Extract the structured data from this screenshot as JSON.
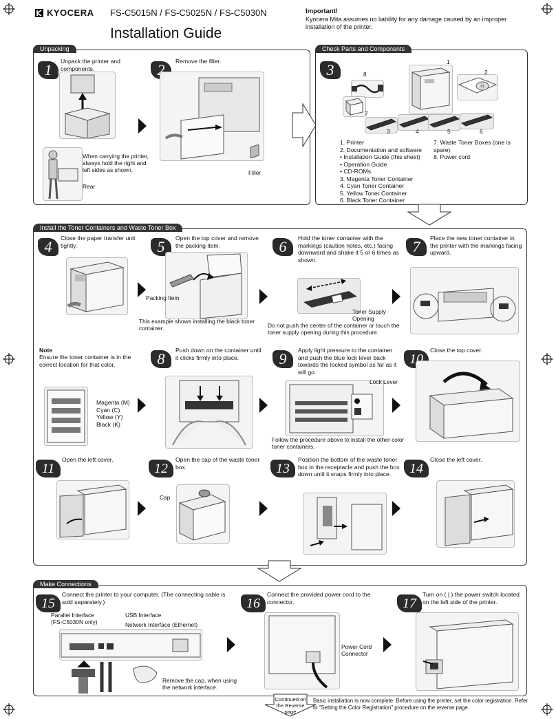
{
  "header": {
    "brand": "KYOCERA",
    "models": "FS-C5015N / FS-C5025N / FS-C5030N",
    "title": "Installation Guide",
    "important_title": "Important!",
    "important_text": "Kyocera Mita assumes no liability for any damage caused by an improper installation of the printer."
  },
  "sections": {
    "unpacking": "Unpacking",
    "check_parts": "Check Parts and Components",
    "toner": "Install the Toner Containers and Waste Toner Box",
    "connections": "Make Connections"
  },
  "steps": {
    "s1": {
      "num": "1",
      "text": "Unpack the printer and components."
    },
    "s2": {
      "num": "2",
      "text": "Remove the filler."
    },
    "s3": {
      "num": "3"
    },
    "s4": {
      "num": "4",
      "text": "Close the paper transfer unit tightly."
    },
    "s5": {
      "num": "5",
      "text": "Open the top cover and remove the packing item."
    },
    "s6": {
      "num": "6",
      "text": "Hold the toner container with the markings (caution notes, etc.) facing downward and shake it 5 or 6 times as shown."
    },
    "s7": {
      "num": "7",
      "text": "Place the new toner container in the printer with the markings facing upward."
    },
    "s8": {
      "num": "8",
      "text": "Push down on the container until it clicks firmly into place."
    },
    "s9": {
      "num": "9",
      "text": "Apply light pressure to the container and push the blue lock lever back towards the locked symbol as far as it will go."
    },
    "s10": {
      "num": "10",
      "text": "Close the top cover."
    },
    "s11": {
      "num": "11",
      "text": "Open the left cover."
    },
    "s12": {
      "num": "12",
      "text": "Open the cap of the waste toner box."
    },
    "s13": {
      "num": "13",
      "text": "Position the bottom of the waste toner box in the receptacle and push the box down until it snaps firmly into place."
    },
    "s14": {
      "num": "14",
      "text": "Close the left cover."
    },
    "s15": {
      "num": "15",
      "text": "Connect the printer to your computer. (The connecting cable is sold separately.)"
    },
    "s16": {
      "num": "16",
      "text": "Connect the provided power cord to the connector."
    },
    "s17": {
      "num": "17",
      "text": "Turn on ( | ) the power switch located on the left side of the printer."
    }
  },
  "callouts": {
    "carry": "When carrying the printer, always hold the right and left sides as shown.",
    "rear": "Rear",
    "filler": "Filler",
    "packing_item": "Packing Item",
    "example_black": "This example shows installing the black toner container.",
    "toner_supply": "Toner Supply Opening",
    "do_not_push": "Do not push the center of the container or touch the toner supply opening during this procedure.",
    "note_title": "Note",
    "note_text": "Ensure the toner container is in the correct location for that color.",
    "lock_lever": "Lock Lever",
    "follow": "Follow the procedure above to install the other color toner containers.",
    "cap": "Cap",
    "parallel": "Parallel Interface (FS-C5030N only)",
    "usb": "USB Interface",
    "network": "Network Interface (Ethernet)",
    "remove_cap": "Remove the cap, when using the network interface.",
    "power_cord": "Power Cord Connector"
  },
  "colors_list": [
    "Magenta (M)",
    "Cyan (C)",
    "Yellow (Y)",
    "Black (K)"
  ],
  "parts_labels": [
    "1",
    "2",
    "3",
    "4",
    "5",
    "6",
    "7",
    "8"
  ],
  "parts_list_left": [
    "1.  Printer",
    "2.  Documentation and software",
    "      •  Installation Guide (this sheet)",
    "      •  Operation Guide",
    "      •  CD-ROMs",
    "3.  Magenta Toner Container",
    "4.  Cyan Toner Container",
    "5.  Yellow Toner Container",
    "6.  Black Toner Container"
  ],
  "parts_list_right": [
    "7.  Waste Toner Boxes (one is spare)",
    "8.  Power cord"
  ],
  "footer": {
    "continued": "Continued on the Reverse page",
    "complete": "Basic installation is now complete. Before using the printer, set the color registration. Refer to \"Setting the Color Registration\" procedure on the reverse page."
  }
}
